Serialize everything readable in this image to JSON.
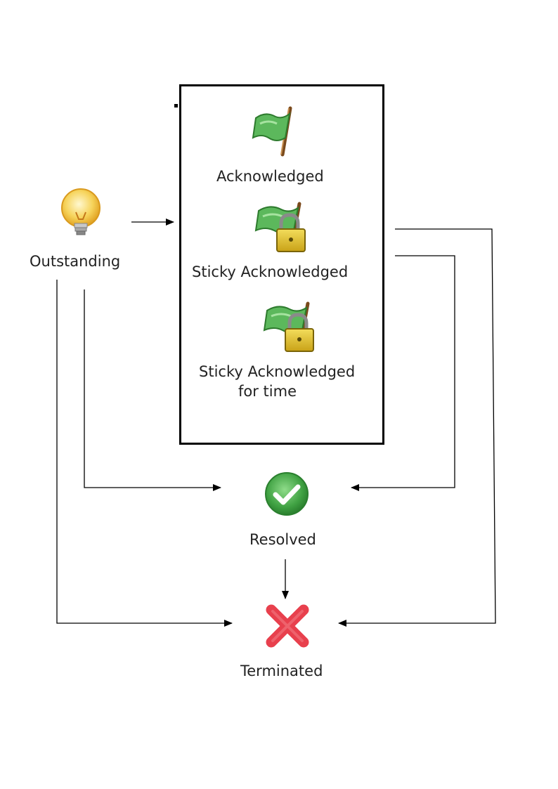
{
  "states": {
    "outstanding": {
      "label": "Outstanding",
      "icon": "lightbulb-icon"
    },
    "acknowledged": {
      "label": "Acknowledged",
      "icon": "green-flag-icon"
    },
    "sticky_acknowledged": {
      "label": "Sticky Acknowledged",
      "icon": "green-flag-lock-icon"
    },
    "sticky_acknowledged_time": {
      "line1": "Sticky Acknowledged",
      "line2": "for time",
      "icon": "green-flag-lock-icon"
    },
    "resolved": {
      "label": "Resolved",
      "icon": "green-check-icon"
    },
    "terminated": {
      "label": "Terminated",
      "icon": "red-x-icon"
    }
  },
  "colors": {
    "flag_green": "#5cb85c",
    "check_green": "#3fa142",
    "x_red": "#e8404d",
    "lock_gold": "#d9b928",
    "bulb_yellow": "#f6d35a",
    "line": "#000000"
  }
}
